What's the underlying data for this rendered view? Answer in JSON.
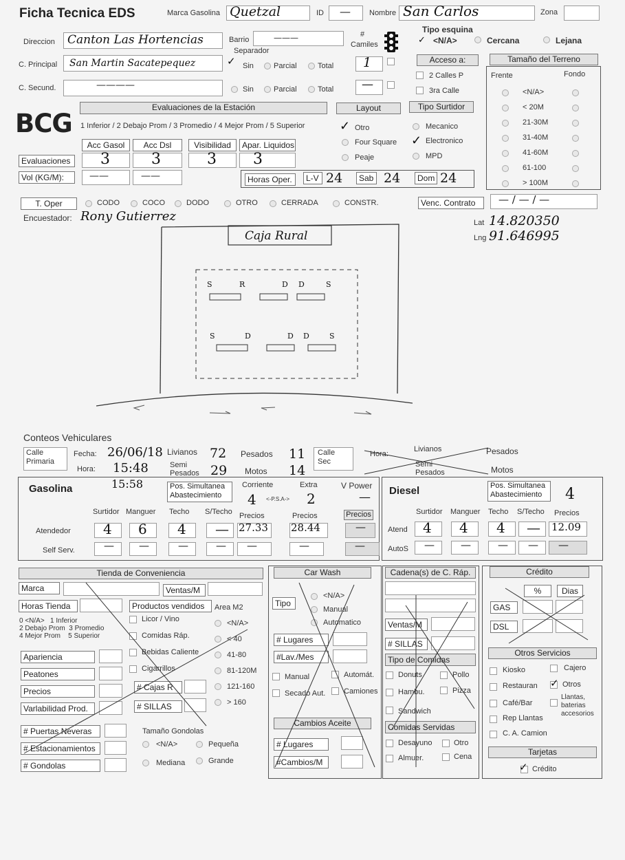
{
  "header": {
    "title": "Ficha Tecnica EDS",
    "marca_label": "Marca Gasolina",
    "marca_value": "Quetzal",
    "id_label": "ID",
    "id_value": "—",
    "nombre_label": "Nombre",
    "nombre_value": "San Carlos",
    "zona_label": "Zona",
    "barrio_label": "Barrio",
    "barrio_value": "———",
    "camiones_label1": "#",
    "camiones_label2": "Camiles",
    "direccion_label": "Direccion",
    "direccion_value": "Canton Las Hortencias",
    "cprincipal_label": "C. Principal",
    "cprincipal_value": "San Martin Sacatepequez",
    "csecund_label": "C. Secund.",
    "csecund_value": "————",
    "separador_label": "Separador",
    "sin": "Sin",
    "parcial": "Parcial",
    "total": "Total",
    "separador_count1": "1",
    "separador_count2": "—"
  },
  "esquina": {
    "title": "Tipo esquina",
    "na": "<N/A>",
    "cercana": "Cercana",
    "lejana": "Lejana",
    "acceso_label": "Acceso a:",
    "dos_calles": "2 Calles P",
    "tercera_calle": "3ra Calle"
  },
  "terreno": {
    "title": "Tamaño del Terreno",
    "frente": "Frente",
    "fondo": "Fondo",
    "options": [
      "<N/A>",
      "< 20M",
      "21-30M",
      "31-40M",
      "41-60M",
      "61-100",
      "> 100M"
    ]
  },
  "evaluaciones": {
    "logo": "BCG",
    "title": "Evaluaciones de la Estación",
    "scale": "1 Inferior / 2 Debajo Prom / 3 Promedio / 4 Mejor Prom / 5 Superior",
    "cols": [
      "Acc Gasol",
      "Acc Dsl",
      "Visibilidad",
      "Apar. Liquidos"
    ],
    "row_label": "Evaluaciones",
    "values": [
      "3",
      "3",
      "3",
      "3"
    ],
    "vol_label": "Vol (KG/M):",
    "vol_values": [
      "——",
      "——"
    ]
  },
  "layout": {
    "title": "Layout",
    "options": [
      "Otro",
      "Four Square",
      "Peaje"
    ],
    "surtidor_title": "Tipo Surtidor",
    "surtidor_options": [
      "Mecanico",
      "Electronico",
      "MPD"
    ]
  },
  "horas": {
    "label": "Horas Oper.",
    "lv_label": "L-V",
    "lv_value": "24",
    "sab_label": "Sab",
    "sab_value": "24",
    "dom_label": "Dom",
    "dom_value": "24"
  },
  "toper": {
    "label": "T. Oper",
    "options": [
      "CODO",
      "COCO",
      "DODO",
      "OTRO",
      "CERRADA",
      "CONSTR."
    ],
    "venc_label": "Venc. Contrato",
    "venc_value": "—  /  —  /  —"
  },
  "encuestador": {
    "label": "Encuestador:",
    "value": "Rony Gutierrez",
    "lat_label": "Lat",
    "lat_value": "14.820350",
    "lng_label": "Lng",
    "lng_value": "91.646995"
  },
  "sketch": {
    "building_label": "Caja Rural",
    "row1": [
      "S",
      "R",
      "D",
      "D",
      "S"
    ],
    "row2": [
      "S",
      "D",
      "D",
      "D",
      "S"
    ]
  },
  "conteos": {
    "title": "Conteos Vehiculares",
    "calle_primaria": "Calle Primaria",
    "fecha_label": "Fecha:",
    "fecha_value": "26/06/18",
    "hora_label": "Hora:",
    "hora_value": "15:48",
    "livianos_label": "Livianos",
    "livianos_value": "72",
    "semi_label": "Semi Pesados",
    "semi_value": "29",
    "pesados_label": "Pesados",
    "pesados_value": "11",
    "motos_label": "Motos",
    "motos_value": "14",
    "calle_sec": "Calle Sec",
    "hora2_label": "Hora:",
    "livianos2": "Livianos",
    "pesados2": "Pesados",
    "semi2": "Semi Pesados",
    "motos2": "Motos"
  },
  "gasolina": {
    "title": "Gasolina",
    "time": "15:58",
    "pos_sim": "Pos. Simultanea Abastecimiento",
    "corriente_label": "Corriente",
    "corriente_value": "4",
    "psa": "<-P.S.A->",
    "extra_label": "Extra",
    "extra_value": "2",
    "vpower_label": "V Power",
    "vpower_value": "—",
    "cols": [
      "Surtidor",
      "Manguer",
      "Techo",
      "S/Techo"
    ],
    "precios": "Precios",
    "atendedor": "Atendedor",
    "atendedor_values": [
      "4",
      "6",
      "4",
      "—"
    ],
    "precio_corriente": "27.33",
    "precio_extra": "28.44",
    "precio_vpower": "—",
    "self": "Self Serv.",
    "self_values": [
      "—",
      "—",
      "—",
      "—",
      "—",
      "—",
      "—"
    ]
  },
  "diesel": {
    "title": "Diesel",
    "pos_sim": "Pos. Simultanea Abastecimiento",
    "pos_value": "4",
    "cols": [
      "Surtidor",
      "Manguer",
      "Techo",
      "S/Techo"
    ],
    "precios": "Precios",
    "atend": "Atend",
    "atend_values": [
      "4",
      "4",
      "4",
      "—"
    ],
    "precio": "12.09",
    "autos": "AutoS",
    "autos_values": [
      "—",
      "—",
      "—",
      "—",
      "—"
    ]
  },
  "tienda": {
    "title": "Tienda de Conveniencia",
    "marca": "Marca",
    "ventas": "Ventas/M",
    "horas": "Horas Tienda",
    "productos": "Productos vendidos",
    "area": "Area M2",
    "scale": "0 <N/A>   1 Inferior\n2 Debajo Prom  3 Promedio\n4 Mejor Prom    5 Superior",
    "eval_rows": [
      "Apariencia",
      "Peatones",
      "Precios",
      "Varlabilidad Prod."
    ],
    "productos_list": [
      "Licor / Vino",
      "Comidas Ráp.",
      "Bebidas Caliente",
      "Cigarrillos"
    ],
    "area_list": [
      "<N/A>",
      "< 40",
      "41-80",
      "81-120M",
      "121-160",
      "> 160"
    ],
    "cajas": "# Cajas R",
    "sillas": "# SILLAS",
    "puertas": "# Puertas Neveras",
    "estacionamientos": "# Estacionamientos",
    "gondolas": "# Gondolas",
    "tamano": "Tamaño Gondolas",
    "tamano_opts": [
      "<N/A>",
      "Pequeña",
      "Mediana",
      "Grande"
    ]
  },
  "carwash": {
    "title": "Car Wash",
    "tipo": "Tipo",
    "tipo_opts": [
      "<N/A>",
      "Manual",
      "Automatico"
    ],
    "lugares": "# Lugares",
    "lavmes": "#Lav./Mes",
    "manual": "Manual",
    "automat": "Automát.",
    "secado": "Secado Aut.",
    "camiones": "Camiones",
    "cambios_title": "Cambios Aceite",
    "cambios_lugares": "# Lugares",
    "cambios_mes": "#Cambios/M"
  },
  "cadena": {
    "title": "Cadena(s) de C. Ráp.",
    "ventas": "Ventas/M",
    "sillas": "# SILLAS",
    "tipo_comidas": "Tipo de Comidas",
    "comidas": [
      "Donuts",
      "Pollo",
      "Hambu.",
      "Pizza",
      "Sandwich"
    ],
    "servidas": "Comidas Servidas",
    "servidas_opts": [
      "Desayuno",
      "Otro",
      "Almuer.",
      "Cena"
    ]
  },
  "credito": {
    "title": "Crédito",
    "pct": "%",
    "dias": "Dias",
    "gas": "GAS",
    "dsl": "DSL",
    "otros_title": "Otros Servicios",
    "otros": [
      "Kiosko",
      "Cajero",
      "Restauran",
      "Otros",
      "Café/Bar",
      "Llantas, baterias accesorios",
      "Rep Llantas",
      "C. A. Camion"
    ],
    "tarjetas": "Tarjetas",
    "tarjeta_credito": "Crédito"
  }
}
